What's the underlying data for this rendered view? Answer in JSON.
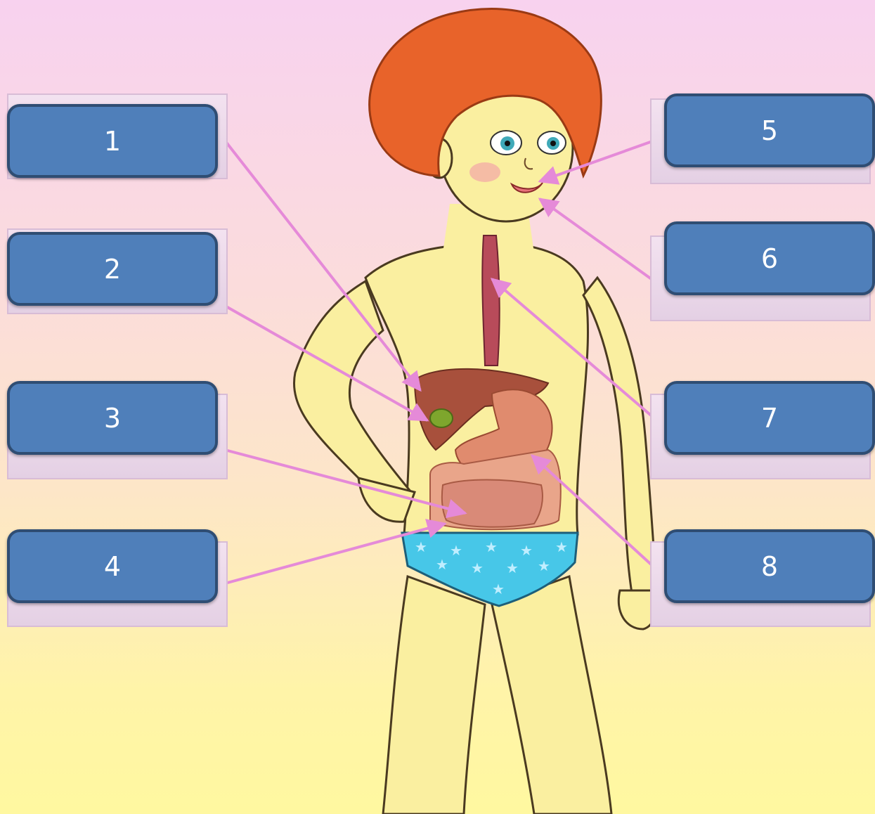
{
  "labels": {
    "left": [
      "1",
      "2",
      "3",
      "4"
    ],
    "right": [
      "5",
      "6",
      "7",
      "8"
    ]
  },
  "colors": {
    "box_fill": "#4f7fba",
    "box_border": "#2f4d73",
    "arrow": "#e58ad8",
    "skin": "#faefa0",
    "hair": "#e8632a",
    "underwear": "#47c7e8"
  }
}
